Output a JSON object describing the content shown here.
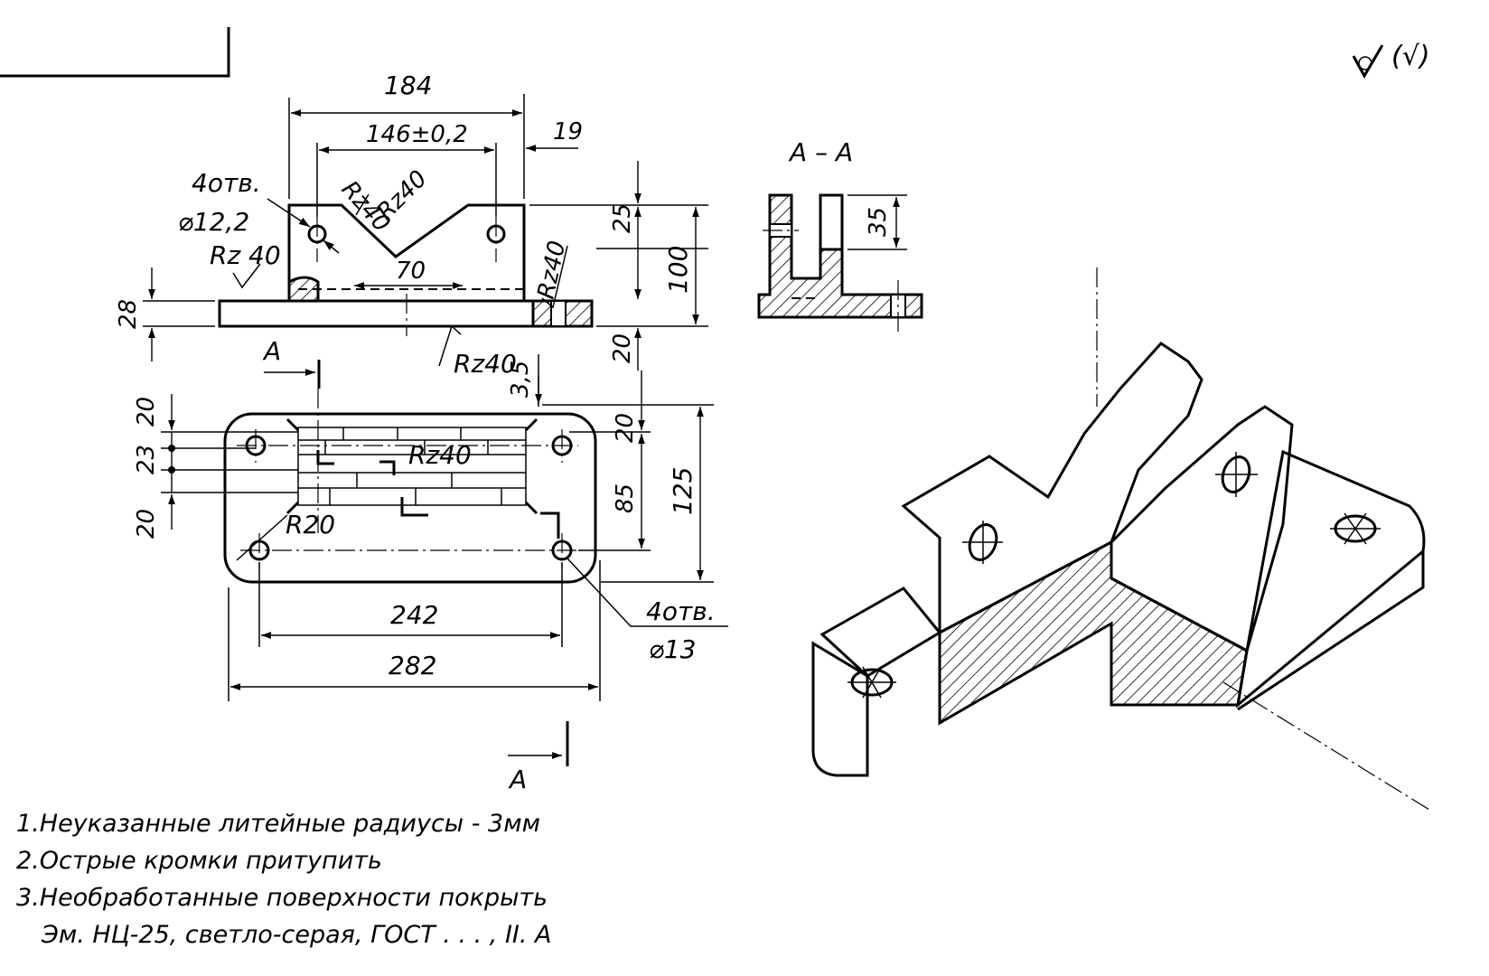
{
  "top_view": {
    "dim_overall_width": "184",
    "dim_hole_spacing": "146±0,2",
    "dim_lug_width": "19",
    "label_holes_count": "4отв.",
    "label_holes_diameter": "⌀12,2",
    "roughness_v_left": "Rz40",
    "roughness_v_right": "Rz40",
    "roughness_left": "Rz 40",
    "dim_v_bottom": "70",
    "roughness_right_lug": "Rz40",
    "dim_left_height": "28",
    "roughness_bottom": "Rz40",
    "dim_25": "25",
    "dim_100": "100",
    "dim_20_a": "20",
    "section_mark": "A"
  },
  "plan_view": {
    "dim_3_5": "3,5",
    "dim_20_top": "20",
    "dim_23": "23",
    "dim_20_bottom": "20",
    "dim_20_right": "20",
    "dim_85": "85",
    "dim_125": "125",
    "roughness_center": "Rz40",
    "radius_label": "R20",
    "dim_242": "242",
    "dim_282": "282",
    "label_holes_count": "4отв.",
    "label_holes_diameter": "⌀13",
    "section_mark": "A"
  },
  "section_view": {
    "title": "A – A",
    "dim_35": "35"
  },
  "roughness_symbol": "(√)",
  "notes": [
    "1.Неуказанные литейные радиусы - 3мм",
    "2.Острые кромки притупить",
    "3.Необработанные поверхности покрыть",
    "Эм. НЦ-25, светло-серая, ГОСТ . . . , II. А"
  ]
}
